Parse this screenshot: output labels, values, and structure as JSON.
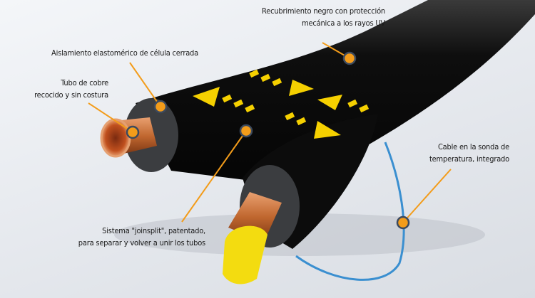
{
  "callouts": {
    "coating": {
      "line1": "Recubrimiento negro con protección",
      "line2": "mecánica a los rayos UV"
    },
    "insulation": {
      "line1": "Aislamiento elastomérico de célula cerrada"
    },
    "copper": {
      "line1": "Tubo de cobre",
      "line2": "recocido y sin costura"
    },
    "joinsplit": {
      "line1": "Sistema \"joinsplit\", patentado,",
      "line2": "para separar y volver a unir los tubos"
    },
    "cable": {
      "line1": "Cable en la sonda de",
      "line2": "temperatura, integrado"
    }
  },
  "colors": {
    "accent": "#f39c1a",
    "dot_ring": "#3c4a5e",
    "arrow": "#f5d000",
    "tube": "#111111",
    "copper": "#c0672f",
    "cable": "#3a8fd0"
  }
}
